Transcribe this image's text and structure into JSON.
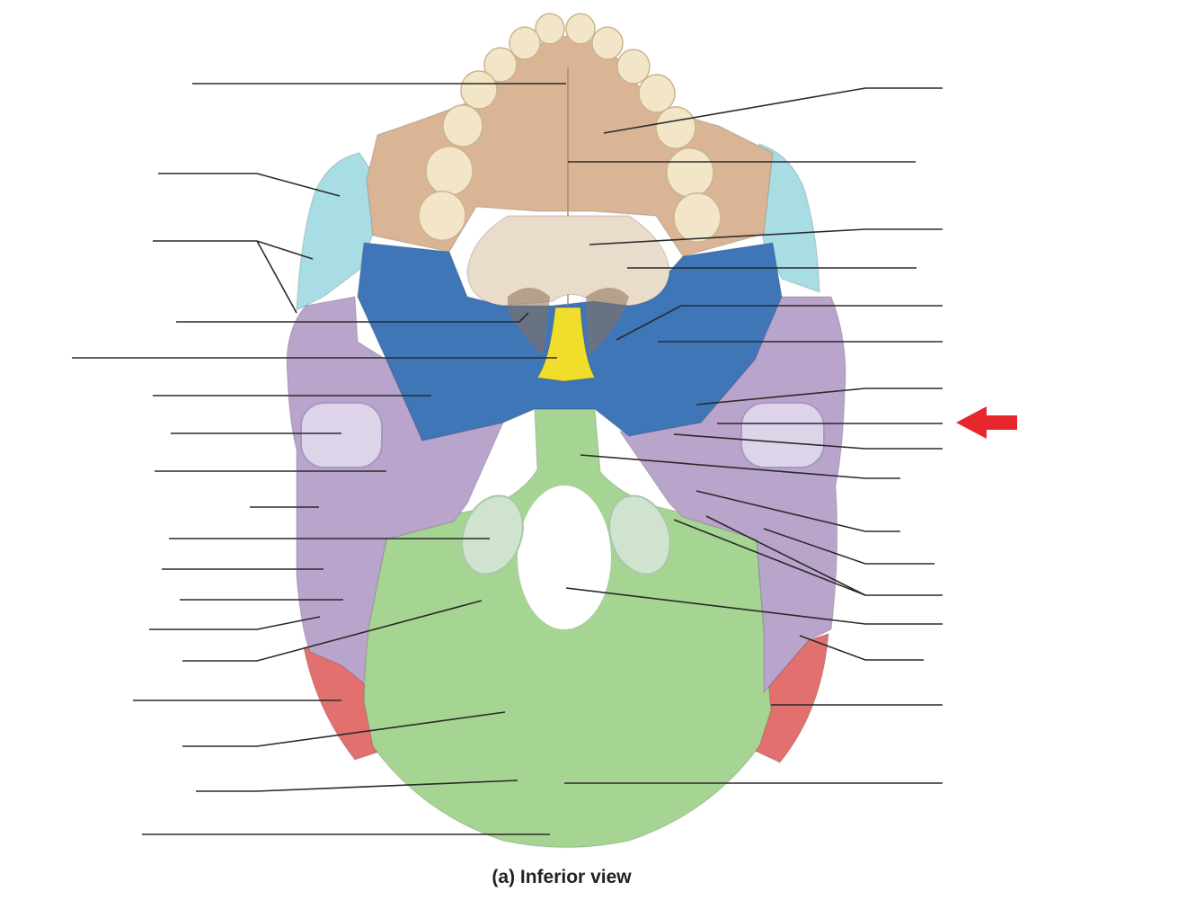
{
  "figure": {
    "caption": "(a) Inferior view"
  },
  "colors": {
    "maxilla": "#d9b596",
    "maxilla_dark": "#c9a07c",
    "palatine": "#e9dccb",
    "zygomatic": "#a9dde4",
    "sphenoid": "#3f76b8",
    "vomer": "#f1de2c",
    "temporal": "#b9a4cc",
    "occipital": "#a6d593",
    "parietal": "#e2706f",
    "teeth": "#f3e6c8",
    "leader": "#2a2a2a",
    "indicator_arrow": "#e8262d"
  },
  "indicator": {
    "icon": "arrow-left-icon",
    "target": "right-label-line-9"
  },
  "label_lines": {
    "left_count": 18,
    "right_count": 19
  }
}
